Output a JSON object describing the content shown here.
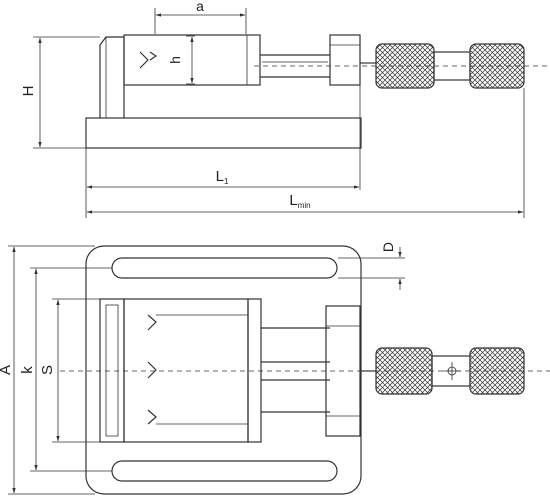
{
  "drawing": {
    "title": "",
    "side_view": {
      "dimension_labels": {
        "a": "a",
        "h": "h",
        "H": "H",
        "L1": {
          "main": "L",
          "sub": "1"
        },
        "Lmin": {
          "main": "L",
          "sub": "min"
        }
      }
    },
    "top_view": {
      "dimension_labels": {
        "D": "D",
        "A": "A",
        "k": "k",
        "S": "S"
      }
    }
  },
  "icons": {
    "knurled_handle": "knurled-handle-icon",
    "crosshair": "crosshair-icon"
  },
  "colors": {
    "line": "#333333",
    "background": "#ffffff"
  }
}
